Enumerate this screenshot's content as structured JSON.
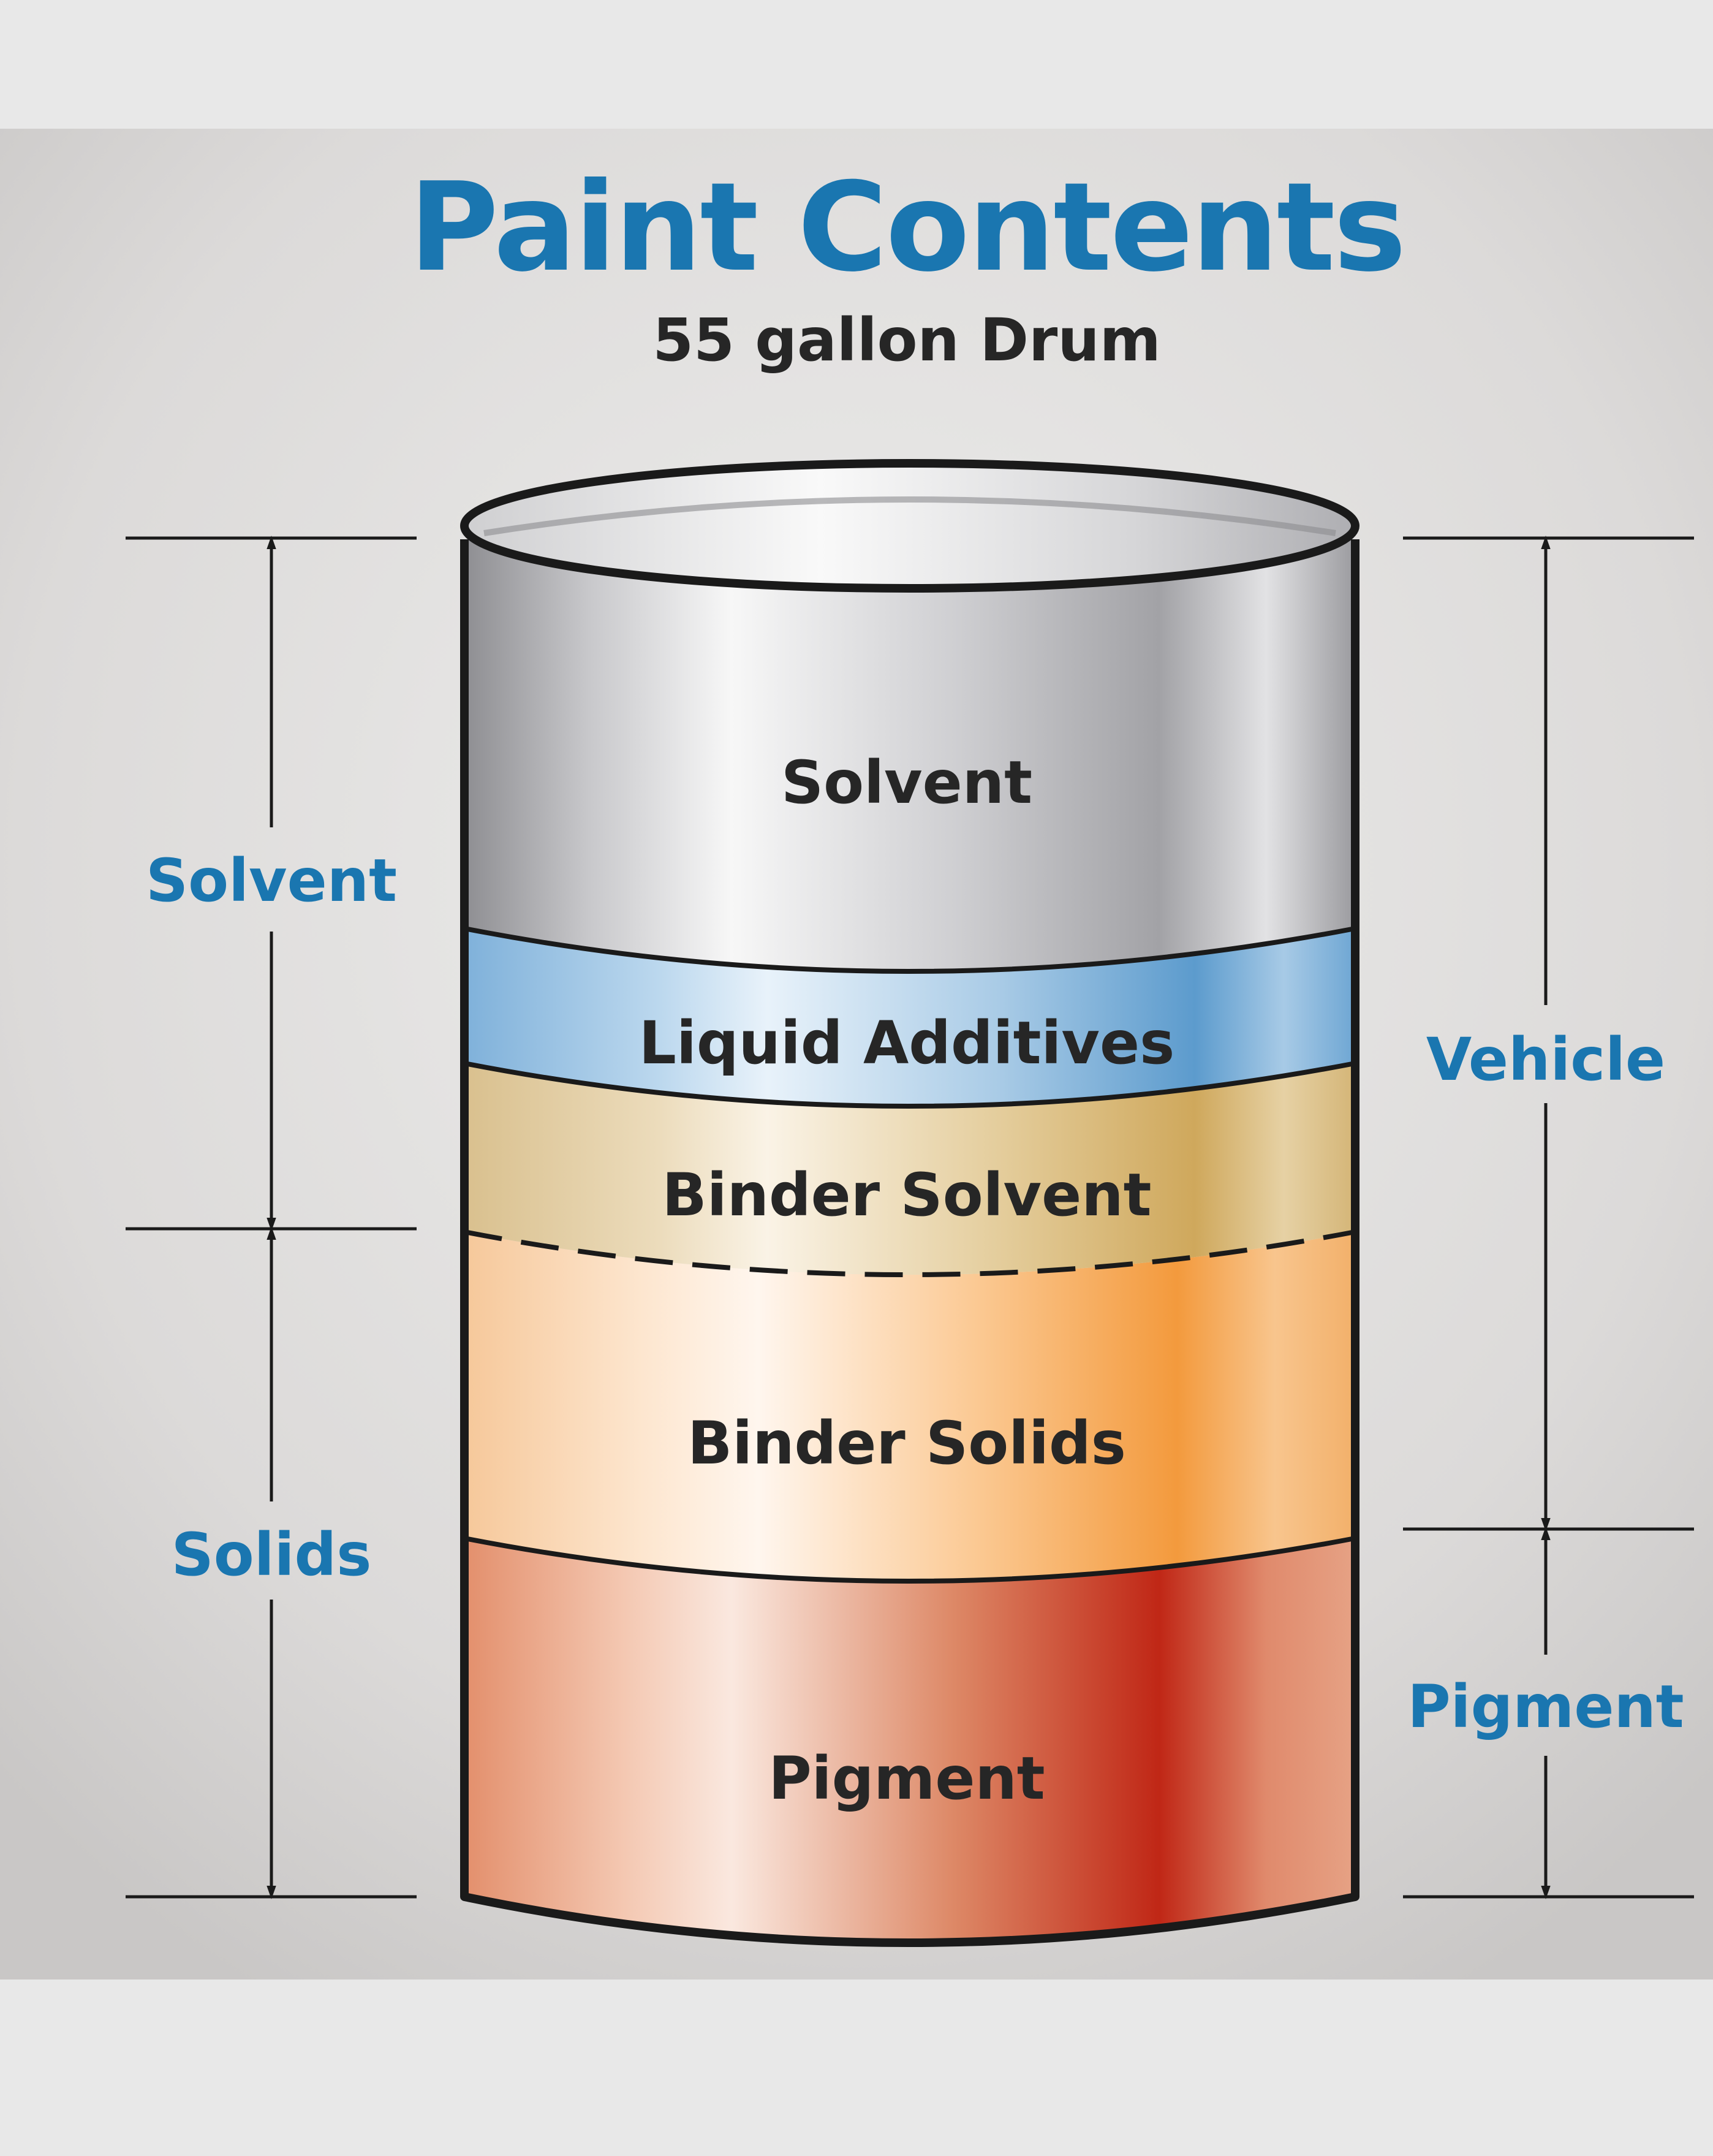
{
  "diagram": {
    "title": "Paint Contents",
    "subtitle": "55 gallon Drum",
    "layers": [
      {
        "id": "solvent",
        "label": "Solvent"
      },
      {
        "id": "liquid-additives",
        "label": "Liquid Additives"
      },
      {
        "id": "binder-solvent",
        "label": "Binder Solvent"
      },
      {
        "id": "binder-solids",
        "label": "Binder Solids"
      },
      {
        "id": "pigment",
        "label": "Pigment"
      }
    ],
    "left_brackets": [
      {
        "id": "solvent",
        "label": "Solvent"
      },
      {
        "id": "solids",
        "label": "Solids"
      }
    ],
    "right_brackets": [
      {
        "id": "vehicle",
        "label": "Vehicle"
      },
      {
        "id": "pigment",
        "label": "Pigment"
      }
    ]
  },
  "colors": {
    "title": "#1a76b0",
    "label_blue": "#1a76b0",
    "text_dark": "#262626",
    "outline": "#1a1a1a",
    "solvent_grey": "#b5b5b8",
    "liquid_additives_blue": "#7fb3dc",
    "binder_solvent_tan": "#ddbf86",
    "binder_solids_orange": "#f5a54a",
    "pigment_red": "#c22b18",
    "card_background": "#d8d6d5",
    "page_background": "#e8e8e8"
  }
}
